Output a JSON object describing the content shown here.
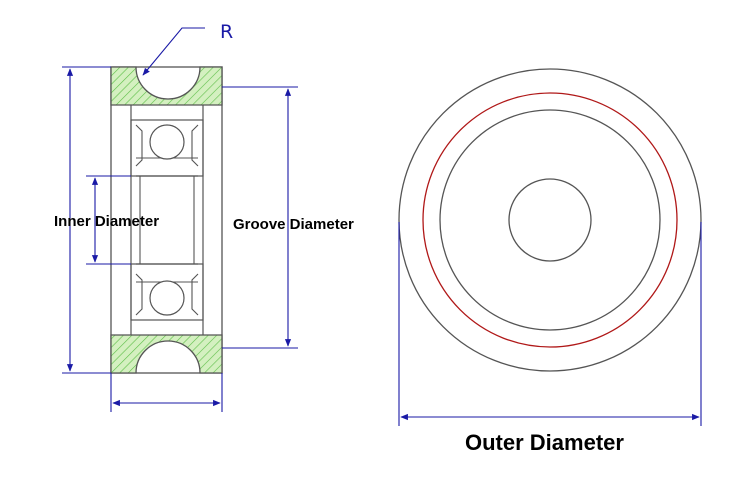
{
  "labels": {
    "radius": "R",
    "inner_diameter": "Inner Diameter",
    "groove_diameter": "Groove Diameter",
    "outer_diameter": "Outer Diameter"
  },
  "colors": {
    "dimension_line": "#1a1aa6",
    "outline": "#555555",
    "hatch_fill": "#d4f0c0",
    "hatch_line": "#5fbf4a",
    "groove_circle": "#b01818"
  }
}
